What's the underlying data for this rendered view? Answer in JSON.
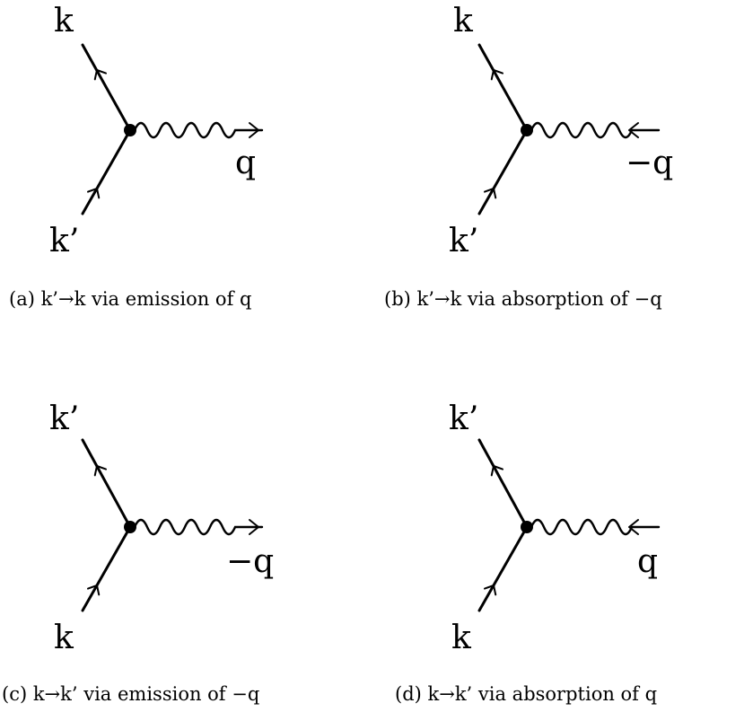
{
  "panels": [
    {
      "id": "a",
      "top_label": "k",
      "bottom_label": "k’",
      "boson_label": "q",
      "boson_arrow": "outgoing",
      "caption": "(a) k’→k via emission of q"
    },
    {
      "id": "b",
      "top_label": "k",
      "bottom_label": "k’",
      "boson_label": "−q",
      "boson_arrow": "incoming",
      "caption": "(b) k’→k via absorption of −q"
    },
    {
      "id": "c",
      "top_label": "k’",
      "bottom_label": "k",
      "boson_label": "−q",
      "boson_arrow": "outgoing",
      "caption": "(c) k→k’ via emission of −q"
    },
    {
      "id": "d",
      "top_label": "k’",
      "bottom_label": "k",
      "boson_label": "q",
      "boson_arrow": "incoming",
      "caption": "(d) k→k’ via absorption of q"
    }
  ]
}
